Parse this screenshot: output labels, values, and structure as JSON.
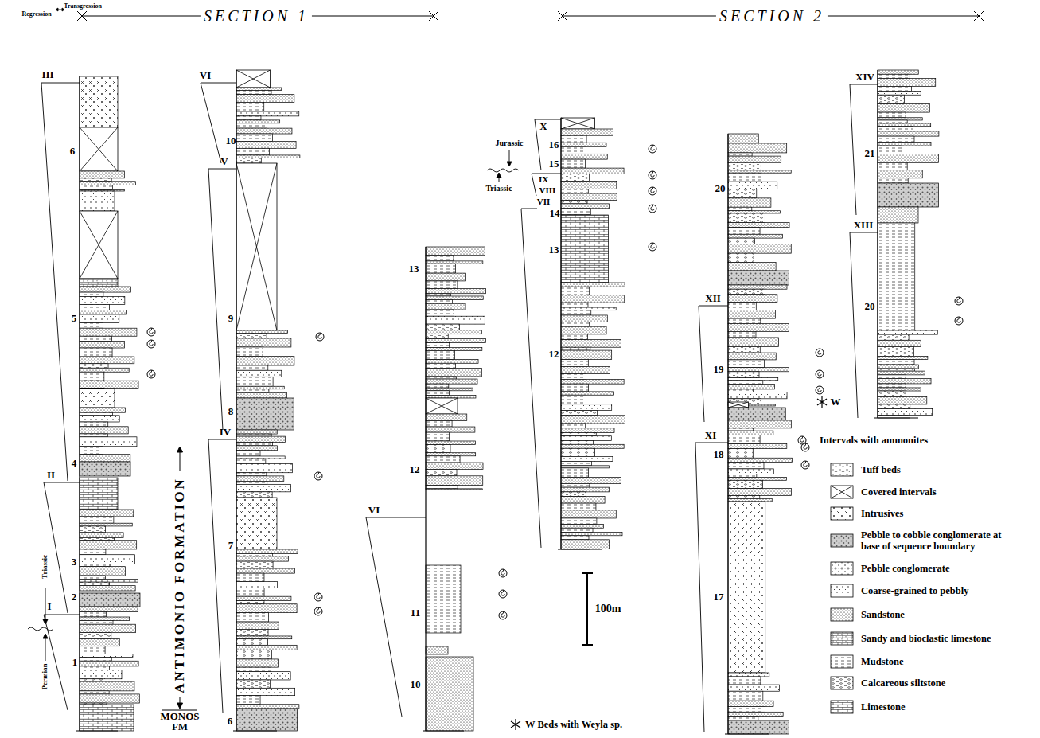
{
  "diagram": {
    "labels": [
      "SECTION 1",
      "SECTION 2",
      "Transgression",
      "Regression",
      "III",
      "6",
      "5",
      "4",
      "II",
      "3",
      "2",
      "I",
      "1",
      "Triassic",
      "Permian",
      "VI",
      "10",
      "V",
      "9",
      "8",
      "IV",
      "7",
      "6",
      "ANTIMONIO FORMATION",
      "MONOS FM",
      "13",
      "12",
      "VI",
      "11",
      "10",
      "X",
      "Jurassic",
      "Triassic",
      "IX",
      "VIII",
      "VII",
      "16",
      "15",
      "14",
      "13",
      "12",
      "100m",
      "20",
      "XII",
      "19",
      "W",
      "XI",
      "18",
      "17",
      "XIV",
      "21",
      "XIII",
      "20"
    ],
    "legend": [
      {
        "text": "Intervals with ammonites"
      },
      {
        "text": "Tuff beds"
      },
      {
        "text": "Covered intervals"
      },
      {
        "text": "Intrusives"
      },
      {
        "text": "Pebble to cobble conglomerate at base of sequence boundary"
      },
      {
        "text": "Pebble conglomerate"
      },
      {
        "text": "Coarse-grained to pebbly"
      },
      {
        "text": "Sandstone"
      },
      {
        "text": "Sandy and bioclastic limestone"
      },
      {
        "text": "Mudstone"
      },
      {
        "text": "Calcareous siltstone"
      },
      {
        "text": "Limestone"
      },
      {
        "text": "W Beds with Weyla sp."
      }
    ]
  }
}
